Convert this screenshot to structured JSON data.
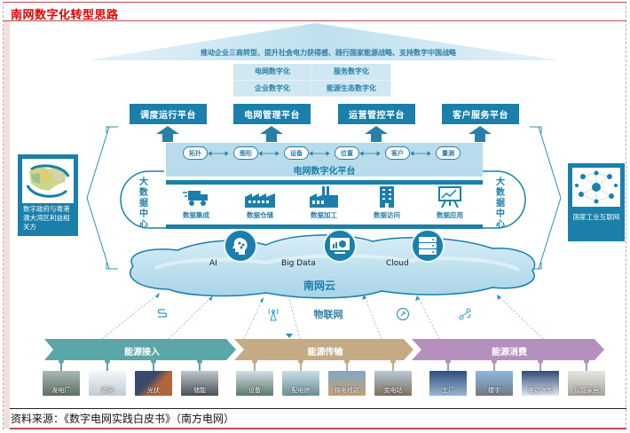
{
  "header": {
    "title": "南网数字化转型思路"
  },
  "source": {
    "text": "资料来源：《数字电网实践白皮书》（南方电网）"
  },
  "strategy_banner": "推动企业三商转型、提升社会电力获得感、践行国家能源战略、支持数字中国战略",
  "digitalization": [
    "电网数字化",
    "服务数字化",
    "企业数字化",
    "能源生态数字化"
  ],
  "platforms": [
    "调度运行平台",
    "电网管理平台",
    "运营管控平台",
    "客户服务平台"
  ],
  "grid_platform": {
    "title": "电网数字化平台",
    "nodes": [
      "拓扑",
      "图形",
      "设备",
      "位置",
      "客户",
      "量测"
    ]
  },
  "big_data_center": {
    "label": "大数据中心",
    "items": [
      {
        "label": "数据集成",
        "icon": "truck-icon"
      },
      {
        "label": "数据仓储",
        "icon": "warehouse-icon"
      },
      {
        "label": "数据加工",
        "icon": "factory-icon"
      },
      {
        "label": "数据访问",
        "icon": "building-icon"
      },
      {
        "label": "数据应用",
        "icon": "presentation-chart-icon"
      }
    ]
  },
  "cloud": {
    "title": "南网云",
    "techs": [
      {
        "label": "AI",
        "icon": "ai-head-icon"
      },
      {
        "label": "Big Data",
        "icon": "monitor-chart-icon"
      },
      {
        "label": "Cloud",
        "icon": "server-stack-icon"
      }
    ]
  },
  "iot": {
    "title": "物联网",
    "icons": [
      "cable-icon",
      "antenna-icon",
      "plug-icon",
      "satellite-icon"
    ]
  },
  "side_left": {
    "label": "数字政府与粤港澳大湾区利益相关方",
    "icon": "map-icon"
  },
  "side_right": {
    "label": "国家工业互联网",
    "icon": "network-icon"
  },
  "stages": [
    {
      "label": "能源接入",
      "color": "#5aa7a9",
      "items": [
        "发电厂",
        "微网",
        "光伏",
        "储能"
      ]
    },
    {
      "label": "能源传输",
      "color": "#c4ab85",
      "items": [
        "设备",
        "配电房",
        "输电线路",
        "变电站"
      ]
    },
    {
      "label": "能源消费",
      "color": "#b58fbe",
      "items": [
        "工厂",
        "楼宇",
        "电动汽车",
        "智能家居"
      ]
    }
  ],
  "colors": {
    "primary": "#1a7fab",
    "light": "#b7dceb",
    "title_red": "#e00000"
  }
}
